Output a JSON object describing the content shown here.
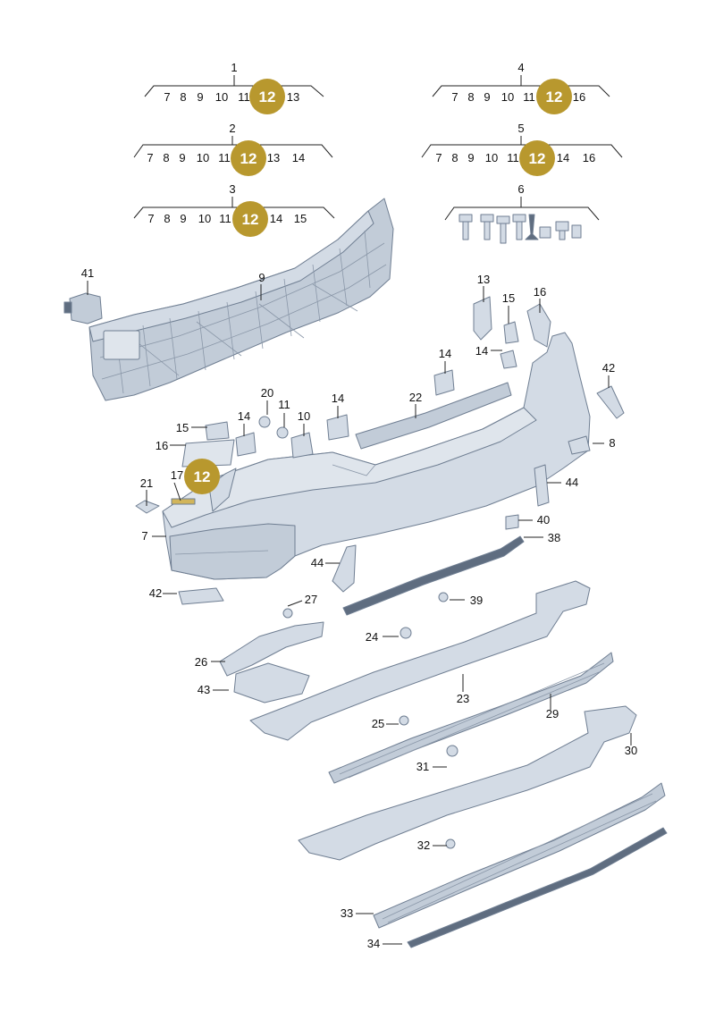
{
  "groups": [
    {
      "label": "1",
      "parts": [
        "7",
        "8",
        "9",
        "10",
        "11",
        "13"
      ],
      "badge": "12"
    },
    {
      "label": "2",
      "parts": [
        "7",
        "8",
        "9",
        "10",
        "11",
        "13",
        "14"
      ],
      "badge": "12"
    },
    {
      "label": "3",
      "parts": [
        "7",
        "8",
        "9",
        "10",
        "11",
        "14",
        "15"
      ],
      "badge": "12"
    },
    {
      "label": "4",
      "parts": [
        "7",
        "8",
        "9",
        "10",
        "11",
        "16"
      ],
      "badge": "12"
    },
    {
      "label": "5",
      "parts": [
        "7",
        "8",
        "9",
        "10",
        "11",
        "14",
        "16"
      ],
      "badge": "12"
    },
    {
      "label": "6",
      "parts": []
    }
  ],
  "callouts": [
    "41",
    "9",
    "13",
    "15",
    "16",
    "14",
    "14",
    "22",
    "42",
    "20",
    "11",
    "10",
    "14",
    "15",
    "14",
    "16",
    "12",
    "17",
    "21",
    "7",
    "8",
    "44",
    "40",
    "38",
    "44",
    "42",
    "27",
    "39",
    "24",
    "26",
    "43",
    "23",
    "29",
    "25",
    "30",
    "31",
    "32",
    "33",
    "34"
  ],
  "colors": {
    "badge": "#b8982e",
    "part_fill": "#c8d2dd",
    "part_stroke": "#6f7e92",
    "leader": "#222222"
  }
}
